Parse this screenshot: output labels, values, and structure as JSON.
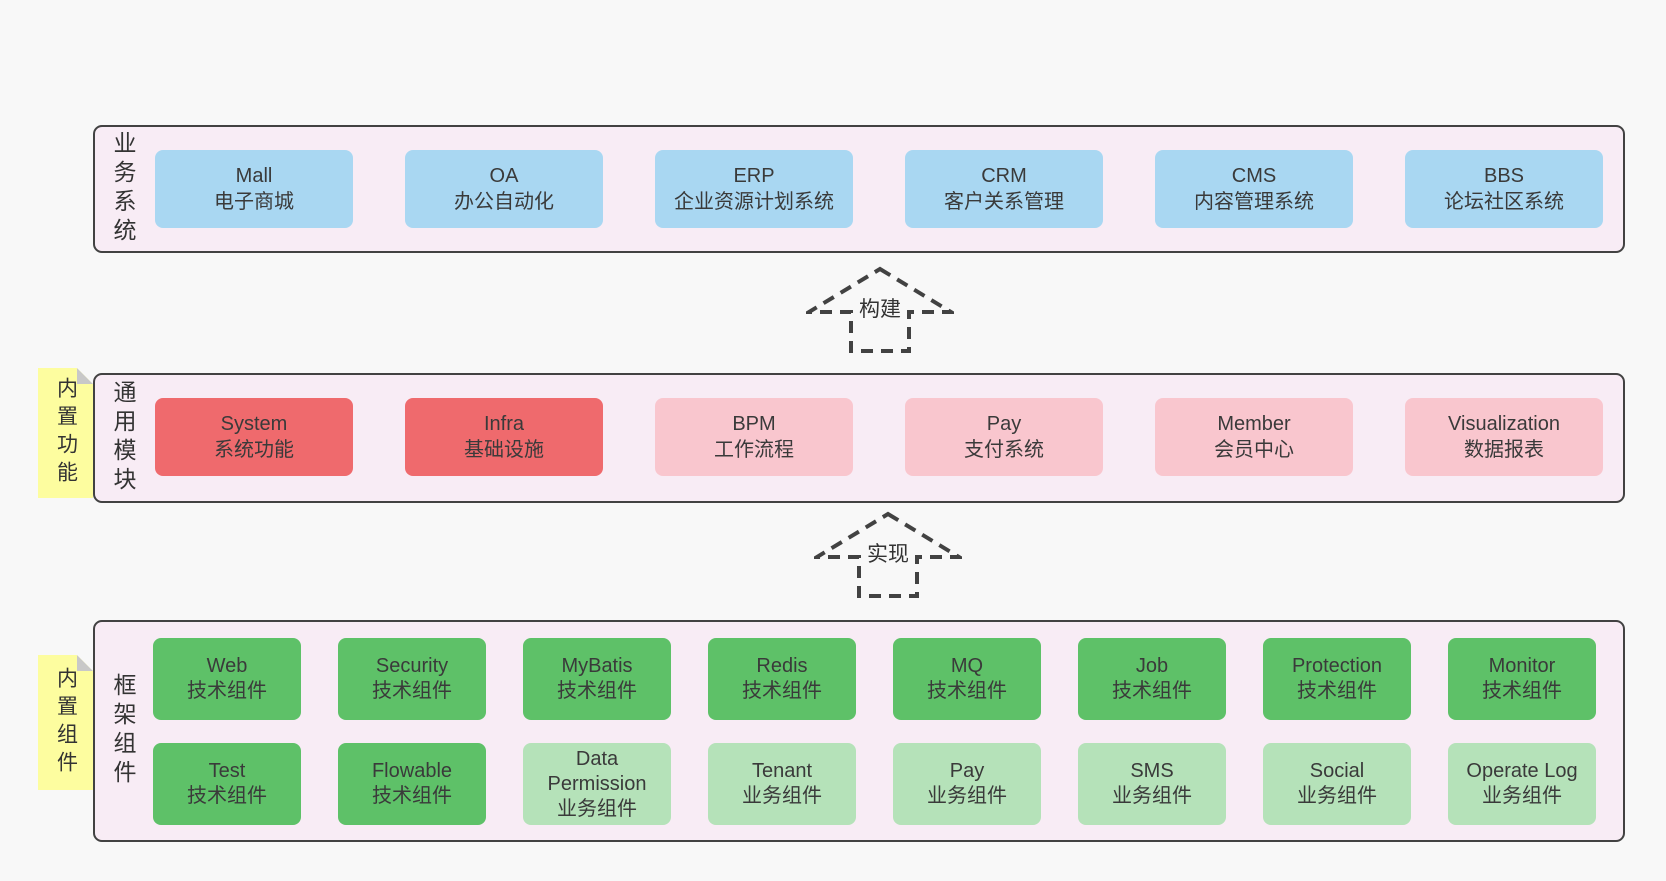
{
  "palette": {
    "page_bg": "#f8f8f8",
    "section_bg": "#f8ecf5",
    "section_border": "#424242",
    "blue": "#a9d7f2",
    "red": "#ef6a6d",
    "pink": "#f9c6ce",
    "green": "#5ec168",
    "green_light": "#b5e2b9",
    "note_yellow": "#fdfd9f",
    "note_fold": "#c8c8c8",
    "text": "#3a3a3a"
  },
  "arrows": {
    "build": "构建",
    "implement": "实现"
  },
  "business": {
    "label": "业务系统",
    "boxes": [
      {
        "name": "Mall",
        "desc": "电子商城"
      },
      {
        "name": "OA",
        "desc": "办公自动化"
      },
      {
        "name": "ERP",
        "desc": "企业资源计划系统"
      },
      {
        "name": "CRM",
        "desc": "客户关系管理"
      },
      {
        "name": "CMS",
        "desc": "内容管理系统"
      },
      {
        "name": "BBS",
        "desc": "论坛社区系统"
      }
    ]
  },
  "modules": {
    "label": "通用模块",
    "note": "内置功能",
    "boxes": [
      {
        "name": "System",
        "desc": "系统功能"
      },
      {
        "name": "Infra",
        "desc": "基础设施"
      },
      {
        "name": "BPM",
        "desc": "工作流程"
      },
      {
        "name": "Pay",
        "desc": "支付系统"
      },
      {
        "name": "Member",
        "desc": "会员中心"
      },
      {
        "name": "Visualization",
        "desc": "数据报表"
      }
    ]
  },
  "framework": {
    "label": "框架组件",
    "note": "内置组件",
    "row1": [
      {
        "name": "Web",
        "desc": "技术组件"
      },
      {
        "name": "Security",
        "desc": "技术组件"
      },
      {
        "name": "MyBatis",
        "desc": "技术组件"
      },
      {
        "name": "Redis",
        "desc": "技术组件"
      },
      {
        "name": "MQ",
        "desc": "技术组件"
      },
      {
        "name": "Job",
        "desc": "技术组件"
      },
      {
        "name": "Protection",
        "desc": "技术组件"
      },
      {
        "name": "Monitor",
        "desc": "技术组件"
      }
    ],
    "row2": [
      {
        "name": "Test",
        "desc": "技术组件"
      },
      {
        "name": "Flowable",
        "desc": "技术组件"
      },
      {
        "name": "Data Permission",
        "desc": "业务组件"
      },
      {
        "name": "Tenant",
        "desc": "业务组件"
      },
      {
        "name": "Pay",
        "desc": "业务组件"
      },
      {
        "name": "SMS",
        "desc": "业务组件"
      },
      {
        "name": "Social",
        "desc": "业务组件"
      },
      {
        "name": "Operate Log",
        "desc": "业务组件"
      }
    ]
  }
}
